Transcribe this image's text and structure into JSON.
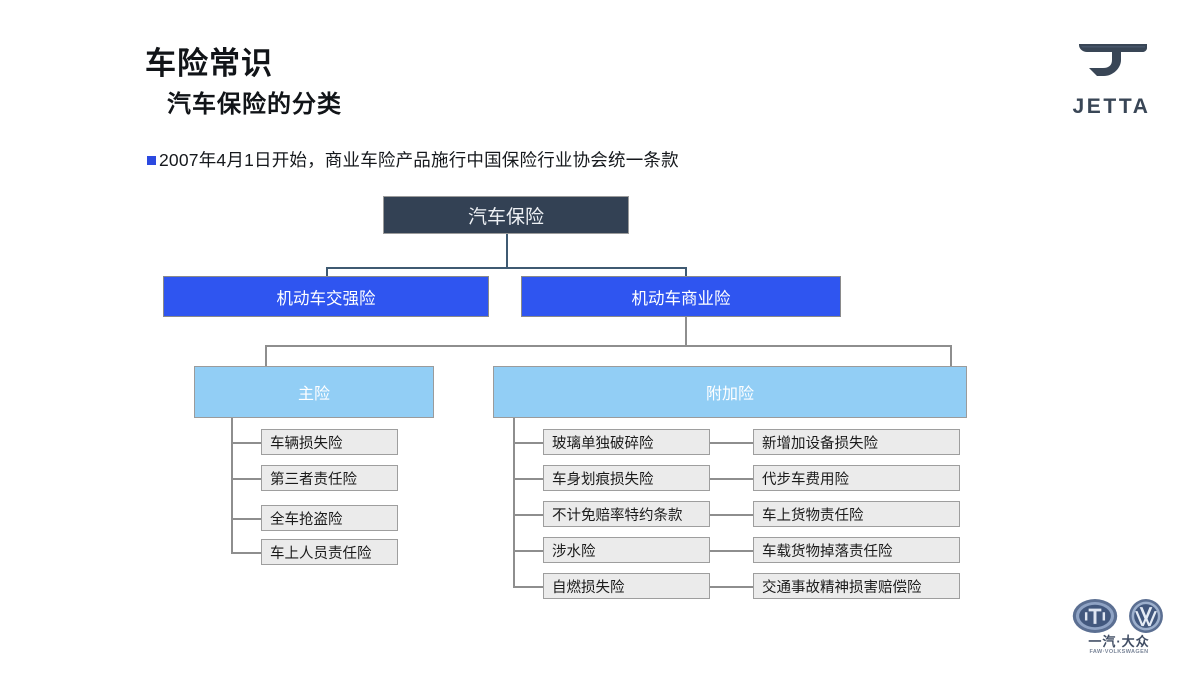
{
  "slide": {
    "title": "车险常识",
    "subtitle": "汽车保险的分类",
    "bullet": "2007年4月1日开始，商业车险产品施行中国保险行业协会统一条款",
    "background_color": "#ffffff"
  },
  "branding": {
    "jetta_wordmark": "JETTA",
    "faw_vw_cn": "一汽·大众",
    "faw_vw_en": "FAW·VOLKSWAGEN",
    "jetta_color": "#394656",
    "faw_color": "#3f4c63"
  },
  "chart_data": {
    "type": "diagram",
    "title": "汽车保险的分类",
    "orientation": "top-down-tree",
    "colors": {
      "root": "#334154",
      "level2": "#2f55f0",
      "level3": "#92cef5",
      "leaf": "#ebebeb",
      "connector": "#7c8794"
    },
    "root": {
      "label": "汽车保险",
      "children": [
        {
          "label": "机动车交强险",
          "children": []
        },
        {
          "label": "机动车商业险",
          "children": [
            {
              "label": "主险",
              "items": [
                "车辆损失险",
                "第三者责任险",
                "全车抢盗险",
                "车上人员责任险"
              ]
            },
            {
              "label": "附加险",
              "items_left": [
                "玻璃单独破碎险",
                "车身划痕损失险",
                "不计免赔率特约条款",
                "涉水险",
                "自燃损失险"
              ],
              "items_right": [
                "新增加设备损失险",
                "代步车费用险",
                "车上货物责任险",
                "车载货物掉落责任险",
                "交通事故精神损害赔偿险"
              ]
            }
          ]
        }
      ]
    }
  }
}
